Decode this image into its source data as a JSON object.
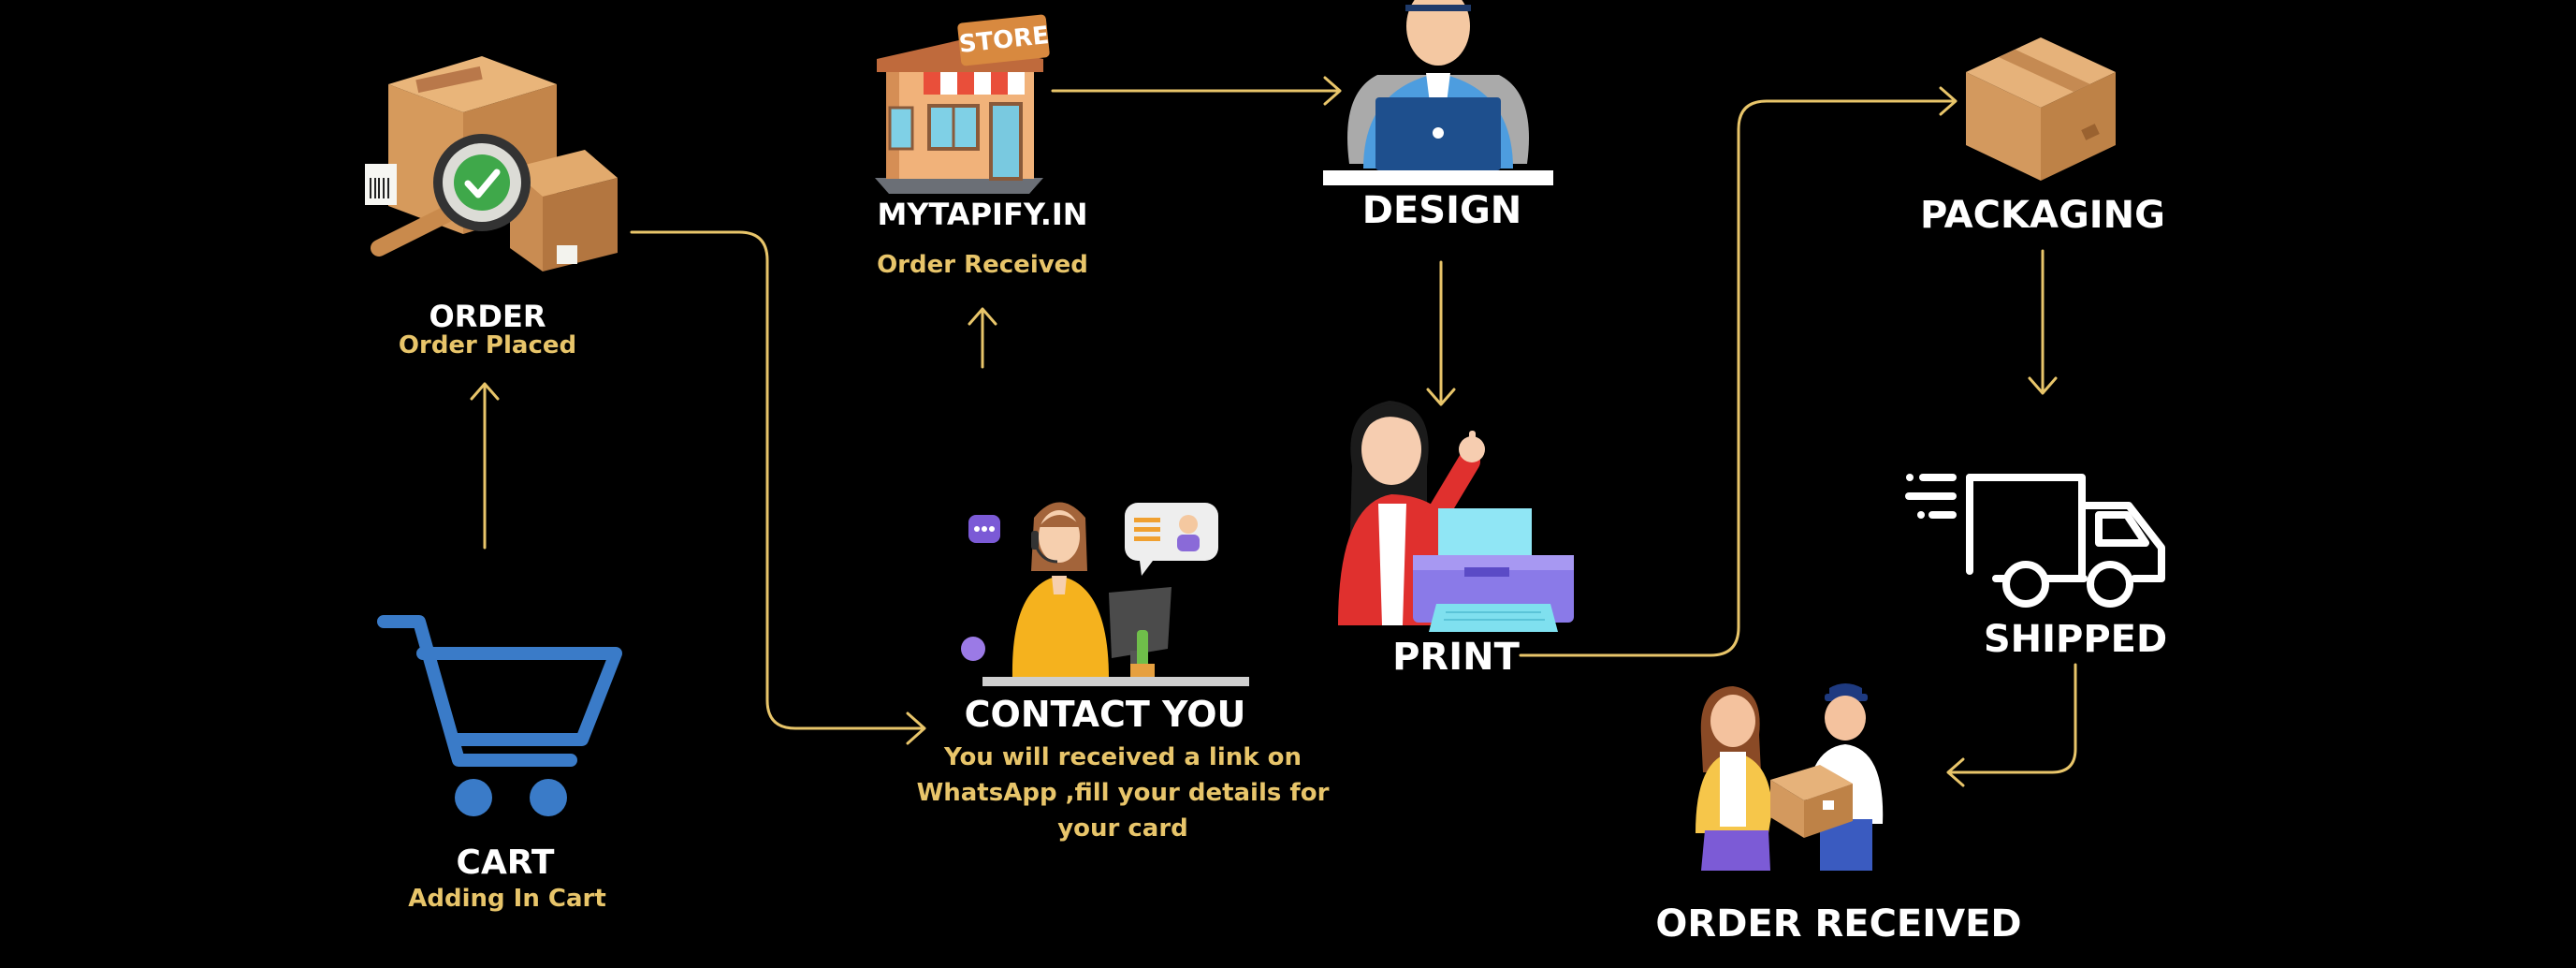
{
  "colors": {
    "background": "#000000",
    "title": "#ffffff",
    "subtitle": "#e8c56a",
    "connector": "#e8c56a",
    "cart_blue": "#3a7bc8"
  },
  "steps": {
    "cart": {
      "title": "CART",
      "subtitle": "Adding In Cart",
      "icon": "shopping-cart-icon"
    },
    "order": {
      "title": "ORDER",
      "subtitle": "Order Placed",
      "icon": "box-check-icon"
    },
    "store": {
      "title": "MYTAPIFY.IN",
      "subtitle": "Order Received",
      "sign": "STORE",
      "icon": "store-icon"
    },
    "contact": {
      "title": "CONTACT YOU",
      "lines": [
        "You will received a link on",
        "WhatsApp ,fill your details for",
        "your card"
      ],
      "icon": "support-agent-icon"
    },
    "design": {
      "title": "DESIGN",
      "icon": "designer-laptop-icon"
    },
    "print": {
      "title": "PRINT",
      "icon": "printer-person-icon"
    },
    "packaging": {
      "title": "PACKAGING",
      "icon": "package-box-icon"
    },
    "shipped": {
      "title": "SHIPPED",
      "icon": "delivery-truck-icon"
    },
    "received": {
      "title": "ORDER RECEIVED",
      "icon": "delivery-handover-icon"
    }
  }
}
